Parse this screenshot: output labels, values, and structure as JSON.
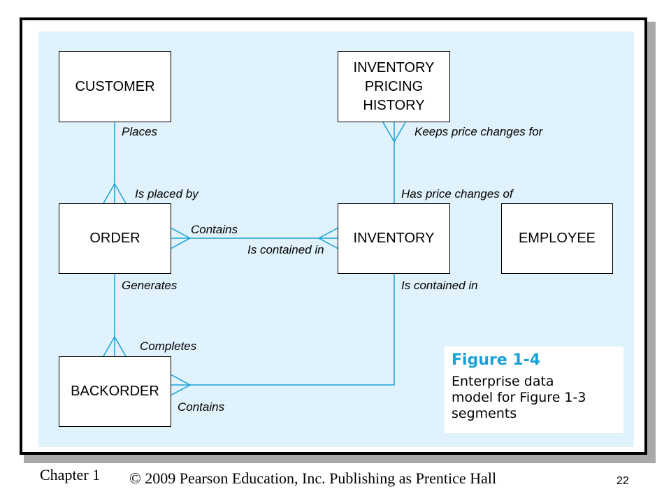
{
  "diagram": {
    "entities": {
      "customer": "CUSTOMER",
      "inventory_pricing_history": "INVENTORY\nPRICING\nHISTORY",
      "order": "ORDER",
      "inventory": "INVENTORY",
      "employee": "EMPLOYEE",
      "backorder": "BACKORDER"
    },
    "relationships": {
      "places": "Places",
      "is_placed_by": "Is placed by",
      "keeps_price_changes_for": "Keeps price changes for",
      "has_price_changes_of": "Has price changes of",
      "contains_order": "Contains",
      "is_contained_in_inventory": "Is contained in",
      "generates": "Generates",
      "is_contained_in_backorder": "Is contained in",
      "completes": "Completes",
      "contains_backorder": "Contains"
    },
    "line_color": "#1aa1d6",
    "background_color": "#e0f2fb"
  },
  "caption": {
    "figure": "Figure 1-4",
    "description": "Enterprise data\nmodel for Figure 1-3\nsegments"
  },
  "footer": {
    "chapter": "Chapter 1",
    "copyright": "© 2009 Pearson Education, Inc.  Publishing as Prentice Hall",
    "page_number": "22"
  }
}
